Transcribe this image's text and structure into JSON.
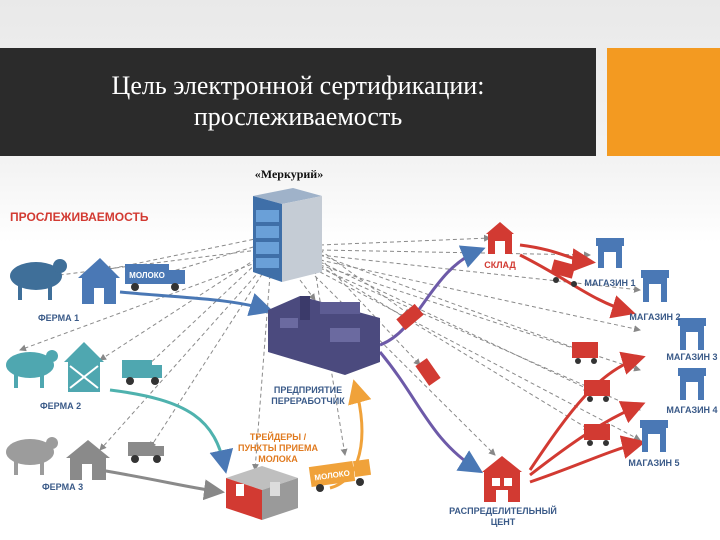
{
  "slide": {
    "title_line1": "Цель электронной сертификации:",
    "title_line2": "прослеживаемость",
    "system_label": "«Меркурий»"
  },
  "diagram": {
    "header": "ПРОСЛЕЖИВАЕМОСТЬ",
    "farm1": "ФЕРМА 1",
    "farm2": "ФЕРМА 2",
    "farm3": "ФЕРМА 3",
    "truck_label": "МОЛОКО",
    "processor_line1": "ПРЕДПРИЯТИЕ",
    "processor_line2": "ПЕРЕРАБОТЧИК",
    "traders_line1": "ТРЕЙДЕРЫ /",
    "traders_line2": "ПУНКТЫ ПРИЕМА",
    "traders_line3": "МОЛОКА",
    "warehouse": "СКЛАД",
    "dc_line1": "РАСПРЕДЕЛИТЕЛЬНЫЙ",
    "dc_line2": "ЦЕНТ",
    "shop1": "МАГАЗИН 1",
    "shop2": "МАГАЗИН 2",
    "shop3": "МАГАЗИН 3",
    "shop4": "МАГАЗИН 4",
    "shop5": "МАГАЗИН 5",
    "colors": {
      "blue": "#4a78b5",
      "red": "#d23a32",
      "orange": "#f0a23a",
      "gray": "#7a7a7a",
      "dark": "#333333"
    }
  }
}
